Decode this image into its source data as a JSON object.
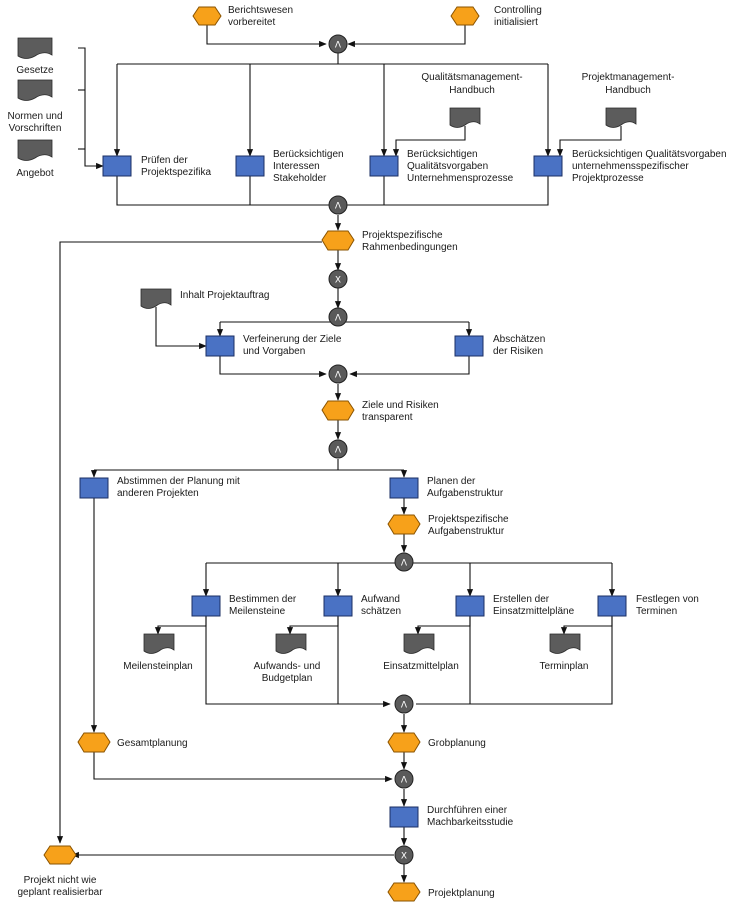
{
  "events": {
    "berichtswesen": [
      "Berichtswesen",
      "vorbereitet"
    ],
    "controlling": [
      "Controlling",
      "initialisiert"
    ],
    "rahmen": [
      "Projektspezifische",
      "Rahmenbedingungen"
    ],
    "ziele_risiken": [
      "Ziele und Risiken",
      "transparent"
    ],
    "aufgabenstruktur": [
      "Projektspezifische",
      "Aufgabenstruktur"
    ],
    "gesamtplanung": [
      "Gesamtplanung"
    ],
    "grobplanung": [
      "Grobplanung"
    ],
    "nicht_realisierbar": [
      "Projekt nicht wie",
      "geplant realisierbar"
    ],
    "projektplanung": [
      "Projektplanung"
    ]
  },
  "functions": {
    "pruefen": [
      "Prüfen der",
      "Projektspezifika"
    ],
    "stakeholder": [
      "Berücksichtigen",
      "Interessen",
      "Stakeholder"
    ],
    "qv_unternehmen": [
      "Berücksichtigen",
      "Qualitätsvorgaben",
      "Unternehmensprozesse"
    ],
    "qv_projekt": [
      "Berücksichtigen Qualitätsvorgaben",
      "unternehmensspezifischer",
      "Projektprozesse"
    ],
    "verfeinerung": [
      "Verfeinerung der Ziele",
      "und Vorgaben"
    ],
    "risiken": [
      "Abschätzen",
      "der Risiken"
    ],
    "abstimmen": [
      "Abstimmen der Planung mit",
      "anderen Projekten"
    ],
    "planen": [
      "Planen der",
      "Aufgabenstruktur"
    ],
    "meilensteine": [
      "Bestimmen der",
      "Meilensteine"
    ],
    "aufwand": [
      "Aufwand",
      "schätzen"
    ],
    "einsatzmittel": [
      "Erstellen der",
      "Einsatzmittelpläne"
    ],
    "termine": [
      "Festlegen von",
      "Terminen"
    ],
    "machbarkeit": [
      "Durchführen einer",
      "Machbarkeitsstudie"
    ]
  },
  "documents": {
    "gesetze": [
      "Gesetze"
    ],
    "normen": [
      "Normen und",
      "Vorschriften"
    ],
    "angebot": [
      "Angebot"
    ],
    "qm_handbuch": [
      "Qualitätsmanagement-",
      "Handbuch"
    ],
    "pm_handbuch": [
      "Projektmanagement-",
      "Handbuch"
    ],
    "inhalt_auftrag": [
      "Inhalt Projektauftrag"
    ],
    "meilensteinplan": [
      "Meilensteinplan"
    ],
    "budgetplan": [
      "Aufwands- und",
      "Budgetplan"
    ],
    "einsatzmittelplan": [
      "Einsatzmittelplan"
    ],
    "terminplan": [
      "Terminplan"
    ]
  },
  "connectors": {
    "and_symbol": "Λ",
    "xor_symbol": "X"
  }
}
